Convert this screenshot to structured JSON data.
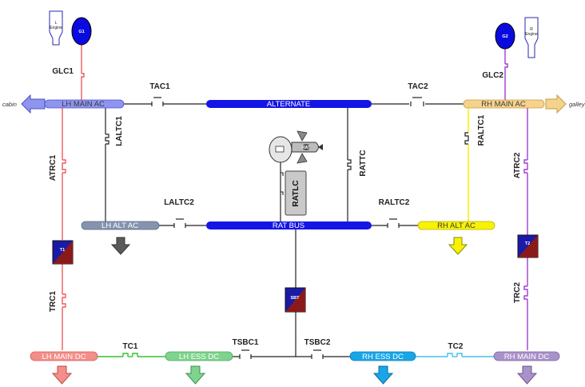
{
  "generators": {
    "g1": "G1",
    "g2": "G2"
  },
  "engines": {
    "left": "L\nEngine",
    "right": "R\nEngine",
    "left_l1": "L",
    "left_l2": "Engine",
    "right_l1": "R",
    "right_l2": "Engine"
  },
  "ram_air": {
    "rat_gen": "RAT",
    "ratlc": "RATLC"
  },
  "outputs": {
    "cabin": "cabin",
    "galley": "galley"
  },
  "buses": {
    "lh_main_ac": "LH MAIN AC",
    "alternate": "ALTERNATE",
    "rh_main_ac": "RH MAIN AC",
    "lh_alt_ac": "LH ALT AC",
    "rat_bus": "RAT BUS",
    "rh_alt_ac": "RH ALT AC",
    "lh_main_dc": "LH MAIN DC",
    "lh_ess_dc": "LH ESS DC",
    "rh_ess_dc": "RH ESS DC",
    "rh_main_dc": "RH MAIN DC"
  },
  "contactors": {
    "glc1": "GLC1",
    "glc2": "GLC2",
    "tac1": "TAC1",
    "tac2": "TAC2",
    "laltc1": "LALTC1",
    "raltc1": "RALTC1",
    "attc": "RATTC",
    "laltc2": "LALTC2",
    "raltc2": "RALTC2",
    "atrc1": "ATRC1",
    "atrc2": "ATRC2",
    "trc1": "TRC1",
    "trc2": "TRC2",
    "tc1": "TC1",
    "tc2": "TC2",
    "tsbc1": "TSBC1",
    "tsbc2": "TSBC2"
  },
  "transformers": {
    "t1": "T1",
    "t2": "T2",
    "sbt": "SBT"
  },
  "colors": {
    "bus_blue": "#1515e6",
    "lh_main_ac": "#8f94ee",
    "rh_main_ac": "#f5d38e",
    "lh_alt_ac": "#8593ad",
    "rh_alt_ac": "#f7f200",
    "lh_main_dc": "#f48e8a",
    "lh_ess_dc": "#7ed38f",
    "rh_ess_dc": "#19a6e8",
    "rh_main_dc": "#a992c9",
    "left_wire": "#f05a5a",
    "right_wire": "#a23bd6",
    "yellow_wire": "#ffee00",
    "green_wire": "#35c235",
    "cyan_wire": "#3fc3ee",
    "generator": "#0a0ae0"
  }
}
